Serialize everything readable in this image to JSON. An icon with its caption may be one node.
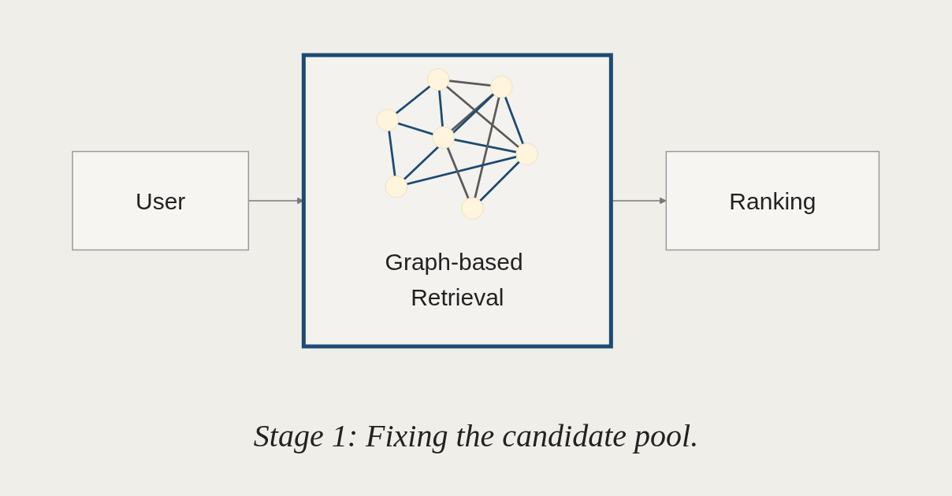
{
  "diagram": {
    "caption": "Stage 1: Fixing the candidate pool.",
    "nodes": [
      {
        "text": [
          "User"
        ]
      },
      {
        "text": [
          "Graph-based Retrieval"
        ]
      },
      {
        "text": [
          "Ranking"
        ]
      }
    ],
    "edges": [
      {
        "from": 0,
        "to": 1,
        "arrow": "to"
      },
      {
        "from": 1,
        "to": 2,
        "arrow": "to"
      }
    ]
  }
}
